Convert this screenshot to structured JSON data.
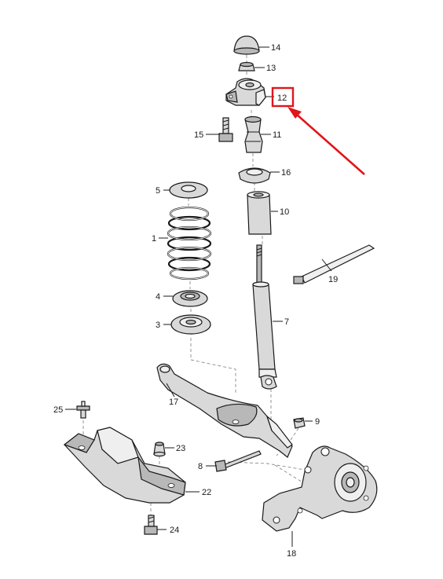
{
  "callouts": {
    "c1": "1",
    "c3": "3",
    "c4": "4",
    "c5": "5",
    "c7": "7",
    "c8": "8",
    "c9": "9",
    "c10": "10",
    "c11": "11",
    "c12": "12",
    "c13": "13",
    "c14": "14",
    "c15": "15",
    "c16": "16",
    "c17": "17",
    "c18": "18",
    "c19": "19",
    "c22": "22",
    "c23": "23",
    "c24": "24",
    "c25": "25"
  },
  "highlight": {
    "callout": "12",
    "color": "#e0161b"
  }
}
